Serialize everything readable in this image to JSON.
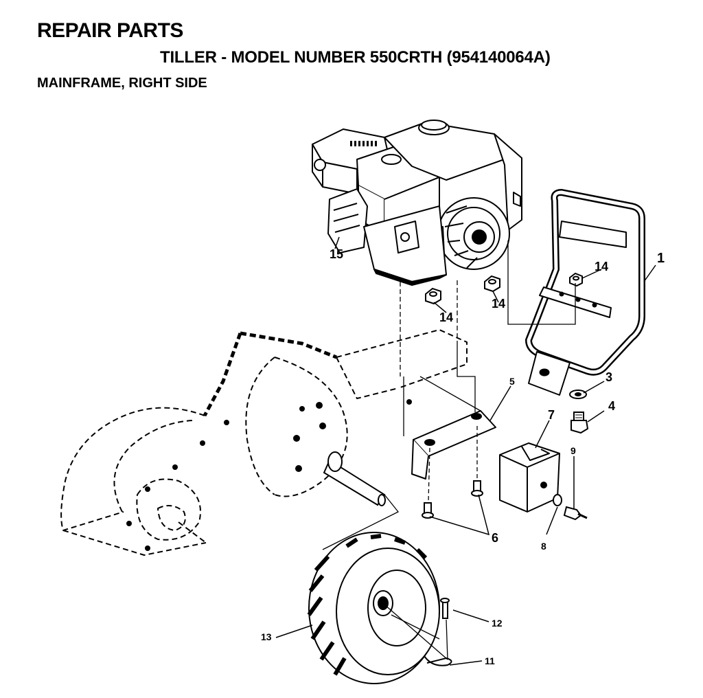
{
  "header": {
    "title": "REPAIR PARTS",
    "subtitle": "TILLER - MODEL NUMBER 550CRTH (954140064A)",
    "section": "MAINFRAME, RIGHT SIDE"
  },
  "callouts": {
    "c1": "1",
    "c3": "3",
    "c4": "4",
    "c5": "5",
    "c6": "6",
    "c7": "7",
    "c8": "8",
    "c9": "9",
    "c11": "11",
    "c12": "12",
    "c13": "13",
    "c14a": "14",
    "c14b": "14",
    "c14c": "14",
    "c15": "15"
  },
  "colors": {
    "ink": "#000000",
    "paper": "#ffffff"
  }
}
